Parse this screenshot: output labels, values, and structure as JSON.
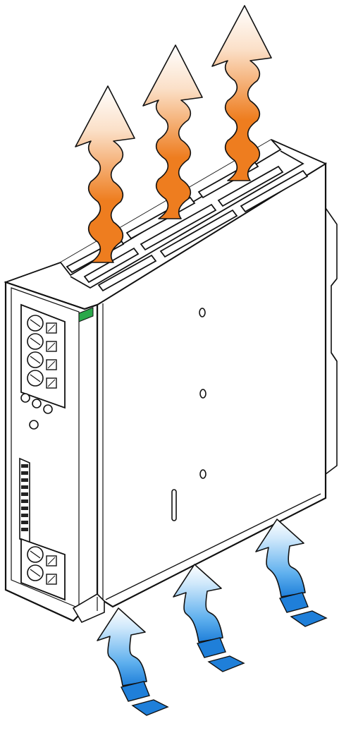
{
  "figure": {
    "subject": "din-rail-device-airflow",
    "hot_air_color": "#ee7d1f",
    "hot_air_fade": "#ffffff",
    "cool_air_color": "#1f7fd9",
    "cool_air_fade": "#ffffff",
    "body_fill": "#ffffff",
    "outline_color": "#111111",
    "led_color": "#2aa84a"
  },
  "hot_air_arrows": [
    {
      "name": "hot-air-arrow-left"
    },
    {
      "name": "hot-air-arrow-middle"
    },
    {
      "name": "hot-air-arrow-right"
    }
  ],
  "cool_air_arrows": [
    {
      "name": "cool-air-arrow-left"
    },
    {
      "name": "cool-air-arrow-middle"
    },
    {
      "name": "cool-air-arrow-right"
    }
  ]
}
